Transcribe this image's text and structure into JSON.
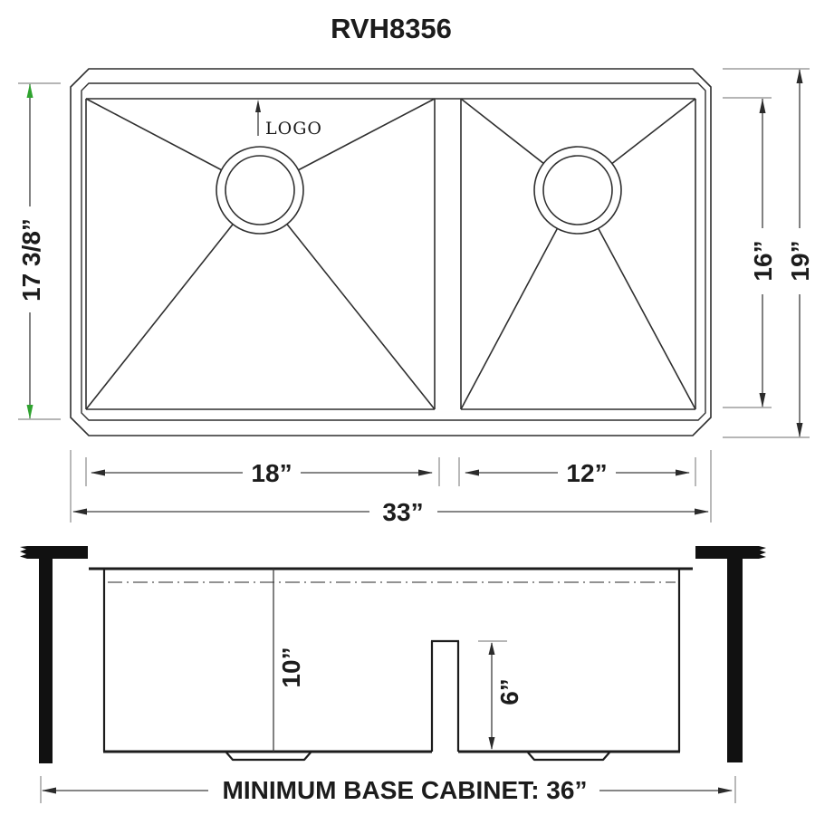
{
  "title": "RVH8356",
  "top_view": {
    "logo": "LOGO",
    "dim_inner_depth": "17 3/8”",
    "dim_bowl_front_back": "16”",
    "dim_overall_front_back": "19”",
    "dim_left_bowl_width": "18”",
    "dim_right_bowl_width": "12”",
    "dim_overall_width": "33”"
  },
  "front_view": {
    "dim_bowl_depth": "10”",
    "dim_divider_height": "6”",
    "dim_cabinet": "MINIMUM BASE CABINET: 36”"
  },
  "colors": {
    "outline": "#2f2f2f",
    "dimension": "#3d3d3d",
    "extension": "#8a8a8a",
    "green_arrow": "#2fa32f",
    "text": "#1c1c1c",
    "background": "#ffffff"
  }
}
